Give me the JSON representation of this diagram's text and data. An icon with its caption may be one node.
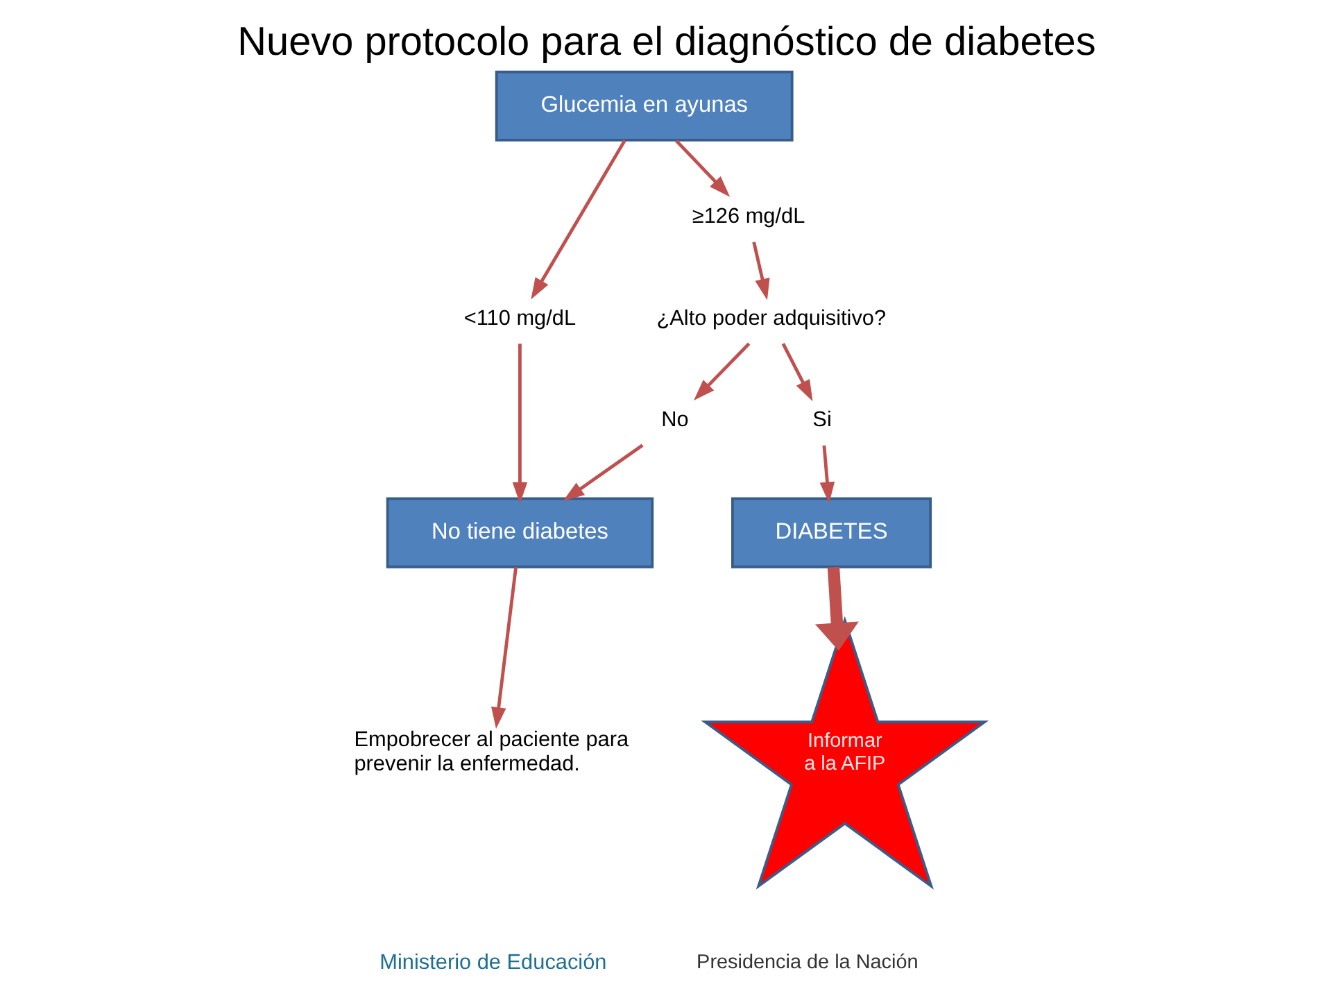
{
  "diagram": {
    "title": "Nuevo protocolo para el diagnóstico de diabetes",
    "nodes": [
      {
        "text": [
          "Glucemia en ayunas"
        ]
      },
      {
        "text": [
          "<110 mg/dL"
        ]
      },
      {
        "text": [
          "≥126 mg/dL"
        ]
      },
      {
        "text": [
          "¿Alto poder adquisitivo?"
        ]
      },
      {
        "text": [
          "No tiene diabetes"
        ]
      },
      {
        "text": [
          "No"
        ]
      },
      {
        "text": [
          "Si"
        ]
      },
      {
        "text": [
          "DIABETES"
        ]
      },
      {
        "text": [
          "Empobrecer al paciente para prevenir la enfermedad."
        ]
      },
      {
        "text": [
          "Informar a la AFIP"
        ]
      }
    ],
    "edges": [
      {
        "from": 0,
        "to": 1,
        "arrow": "to"
      },
      {
        "from": 0,
        "to": 2,
        "arrow": "to"
      },
      {
        "from": 1,
        "to": 4,
        "arrow": "to"
      },
      {
        "from": 2,
        "to": 3,
        "arrow": "to"
      },
      {
        "from": 3,
        "to": 5,
        "arrow": "to"
      },
      {
        "from": 3,
        "to": 6,
        "arrow": "to"
      },
      {
        "from": 5,
        "to": 4,
        "arrow": "to"
      },
      {
        "from": 6,
        "to": 7,
        "arrow": "to"
      },
      {
        "from": 4,
        "to": 8,
        "arrow": "to"
      },
      {
        "from": 7,
        "to": 9,
        "arrow": "to",
        "style": "thick"
      }
    ],
    "labels": [
      "Ministerio de Educación",
      "Presidencia de la Nación"
    ]
  }
}
